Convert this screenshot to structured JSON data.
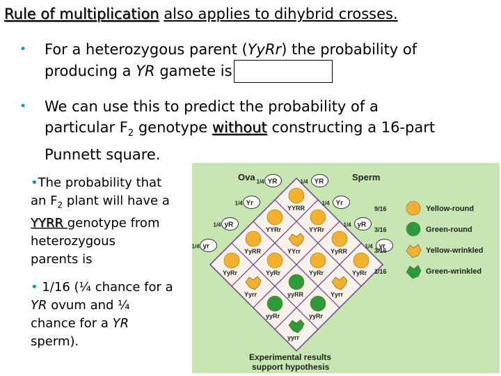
{
  "title": {
    "underlined": "Rule of multiplication",
    "rest": "also applies to dihybrid crosses."
  },
  "bullet1": {
    "line1_pre": "For a heterozygous parent (",
    "genotype": "YyRr",
    "line1_post": ") the probability of",
    "line2_pre": "producing a ",
    "gamete": "YR",
    "line2_post": " gamete is"
  },
  "bullet2": {
    "line1": "We can use this to predict the probability of a",
    "line2_pre": "particular F",
    "line2_sub": "2",
    "line2_mid": " genotype ",
    "line2_emph": "without",
    "line2_post": " constructing a 16-part",
    "line3": "Punnett square."
  },
  "left1": {
    "line1": "The probability that",
    "line2_pre": "an F",
    "line2_sub": "2",
    "line2_post": " plant will have a",
    "genotype": "YYRR ",
    "line3_post": "genotype from",
    "line4": "heterozygous",
    "line5": "parents is"
  },
  "left2": {
    "line1": "1/16 (¼ chance for a",
    "line2_a": "YR",
    "line2_b": " ovum and ¼",
    "line3_a": "chance for a ",
    "line3_b": "YR",
    "line4": "sperm)."
  },
  "figure": {
    "ova_label": "Ova",
    "sperm_label": "Sperm",
    "quarter": "1/4",
    "gametes": [
      "YR",
      "Yr",
      "yR",
      "yr"
    ],
    "cells": [
      "YYRR",
      "YYRr",
      "YyRR",
      "YyRr",
      "YYRr",
      "YYrr",
      "YyRr",
      "Yyrr",
      "YyRR",
      "YyRr",
      "yyRR",
      "yyRr",
      "YyRr",
      "Yyrr",
      "yyRr",
      "yyrr"
    ],
    "legend": [
      {
        "ratio": "9/16",
        "label": "Yellow-round"
      },
      {
        "ratio": "3/16",
        "label": "Green-round"
      },
      {
        "ratio": "3/16",
        "label": "Yellow-wrinkled"
      },
      {
        "ratio": "1/16",
        "label": "Green-wrinkled"
      }
    ],
    "caption_line1": "Experimental results",
    "caption_line2": "support hypothesis",
    "colors": {
      "background": "#c7e6b2",
      "grid": "#6a3b8c",
      "yellow": "#f3b12e",
      "green": "#2f9a3a"
    }
  }
}
